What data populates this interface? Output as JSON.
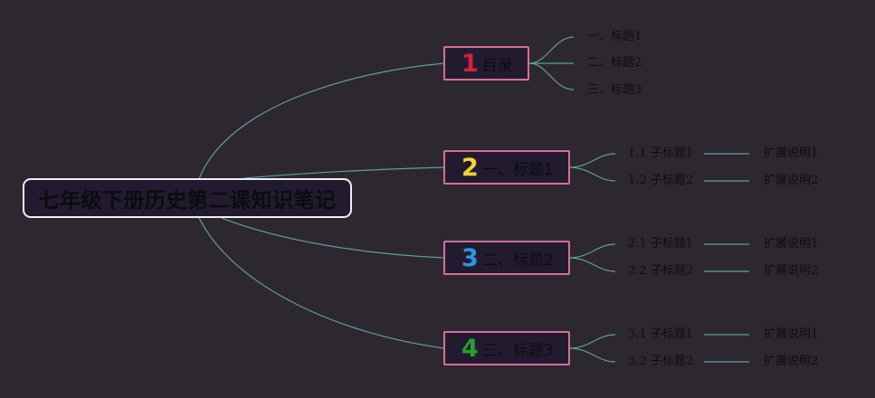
{
  "root": {
    "label": "七年级下册历史第二课知识笔记"
  },
  "branches": [
    {
      "num": "1",
      "num_color": "#d4213d",
      "label": "目录",
      "children": [
        {
          "label": "一、标题1"
        },
        {
          "label": "二、标题2"
        },
        {
          "label": "三、标题3"
        }
      ]
    },
    {
      "num": "2",
      "num_color": "#f2d23a",
      "label": "一、标题1",
      "children": [
        {
          "label": "1.1 子标题1",
          "detail": "扩展说明1"
        },
        {
          "label": "1.2 子标题2",
          "detail": "扩展说明2"
        }
      ]
    },
    {
      "num": "3",
      "num_color": "#2a97e0",
      "label": "二、标题2",
      "children": [
        {
          "label": "2.1 子标题1",
          "detail": "扩展说明1"
        },
        {
          "label": "2.2 子标题2",
          "detail": "扩展说明2"
        }
      ]
    },
    {
      "num": "4",
      "num_color": "#2c9c2e",
      "label": "三、标题3",
      "children": [
        {
          "label": "3.1 子标题1",
          "detail": "扩展说明1"
        },
        {
          "label": "3.2 子标题2",
          "detail": "扩展说明2"
        }
      ]
    }
  ],
  "colors": {
    "background": "#2d2830",
    "connector": "#5f9e9a",
    "branch_border": "#d46f97",
    "root_border": "#f1eef2",
    "node_fill": "#221b30"
  }
}
